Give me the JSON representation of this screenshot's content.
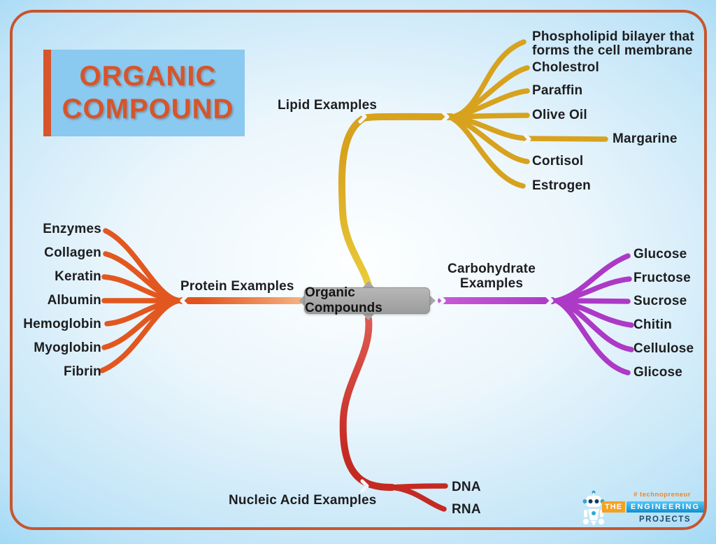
{
  "title": {
    "line1": "ORGANIC",
    "line2": "COMPOUND"
  },
  "center_node": {
    "label": "Organic Compounds"
  },
  "branches": {
    "lipids": {
      "label": "Lipid Examples",
      "color": "#D7A21E",
      "items": [
        "Phospholipid bilayer that forms the cell membrane",
        "Cholestrol",
        "Paraffin",
        "Olive Oil",
        "Margarine",
        "Cortisol",
        "Estrogen"
      ]
    },
    "proteins": {
      "label": "Protein Examples",
      "color": "#E2571F",
      "items": [
        "Enzymes",
        "Collagen",
        "Keratin",
        "Albumin",
        "Hemoglobin",
        "Myoglobin",
        "Fibrin"
      ]
    },
    "carbohydrates": {
      "label": "Carbohydrate Examples",
      "color": "#AC3AC6",
      "items": [
        "Glucose",
        "Fructose",
        "Sucrose",
        "Chitin",
        "Cellulose",
        "Glicose"
      ]
    },
    "nucleic_acids": {
      "label": "Nucleic Acid Examples",
      "color": "#C52A22",
      "items": [
        "DNA",
        "RNA"
      ]
    }
  },
  "palette": {
    "background_blue": "#41B4ED",
    "frame_orange": "#C8552D",
    "title_text": "#D6552B",
    "title_box_blue": "#8AC9F0",
    "node_gray": "#A9A9A9",
    "text_black": "#1d1d20"
  },
  "logo": {
    "tagline": "# technopreneur",
    "word_the": "THE",
    "word_engineering": "ENGINEERING",
    "word_projects": "PROJECTS"
  }
}
